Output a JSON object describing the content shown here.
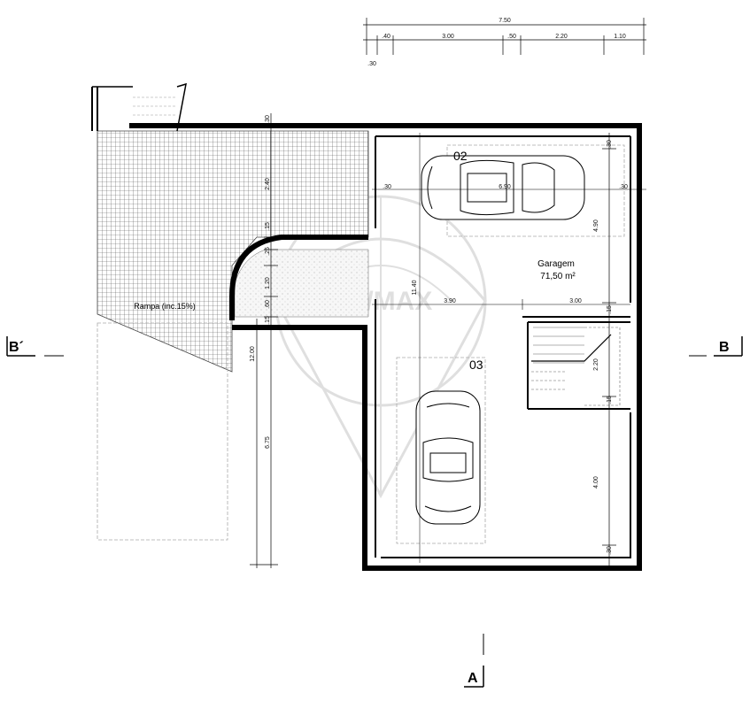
{
  "plan": {
    "top_dims": {
      "total": "7.50",
      "segments": [
        ".40",
        "3.00",
        ".50",
        "2.20",
        "1.10"
      ],
      "offset": ".30"
    },
    "vertical_dims": {
      "a": ".30",
      "b": "2.40",
      "c": ".15",
      "d": ".25",
      "e": "1.20",
      "f": ".60",
      "g": ".15",
      "h": "12.00",
      "i": "6.75",
      "j": "11.40"
    },
    "right_dims": {
      "a": ".30",
      "b": "4.90",
      "c": ".15",
      "d": "2.20",
      "e": ".15",
      "f": "4.00",
      "g": ".30"
    },
    "inner_dims": {
      "w30_left": ".30",
      "w690": "6.90",
      "w30_right": ".30",
      "w390": "3.90",
      "w300": "3.00"
    },
    "spaces": {
      "p02": "02",
      "p03": "03"
    },
    "room": {
      "name": "Garagem",
      "area": "71,50 m²"
    },
    "ramp": "Rampa (inc.15%)",
    "section_marks": {
      "left": "B´",
      "right": "B",
      "bottom": "A"
    },
    "watermark": "RE/MAX"
  }
}
